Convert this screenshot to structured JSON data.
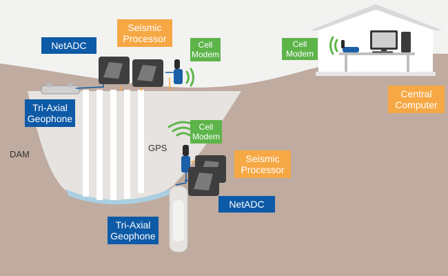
{
  "labels": {
    "netadc_top": "NetADC",
    "seismic_top_1": "Seismic",
    "seismic_top_2": "Processor",
    "cell_modem_top_1": "Cell",
    "cell_modem_top_2": "Modem",
    "cell_modem_house_1": "Cell",
    "cell_modem_house_2": "Modem",
    "triaxial_top_1": "Tri-Axial",
    "triaxial_top_2": "Geophone",
    "central_1": "Central",
    "central_2": "Computer",
    "dam": "DAM",
    "gps": "GPS",
    "cell_modem_bottom_1": "Cell",
    "cell_modem_bottom_2": "Modem",
    "seismic_bottom_1": "Seismic",
    "seismic_bottom_2": "Processor",
    "netadc_bottom": "NetADC",
    "triaxial_bottom_1": "Tri-Axial",
    "triaxial_bottom_2": "Geophone"
  },
  "colors": {
    "blue": "#0d5aa7",
    "orange": "#f6a845",
    "green": "#5db449",
    "ground": "#bfab9f",
    "dam": "#e6e3e0",
    "water": "#a9cfe0",
    "sky": "#f2f2f1"
  }
}
